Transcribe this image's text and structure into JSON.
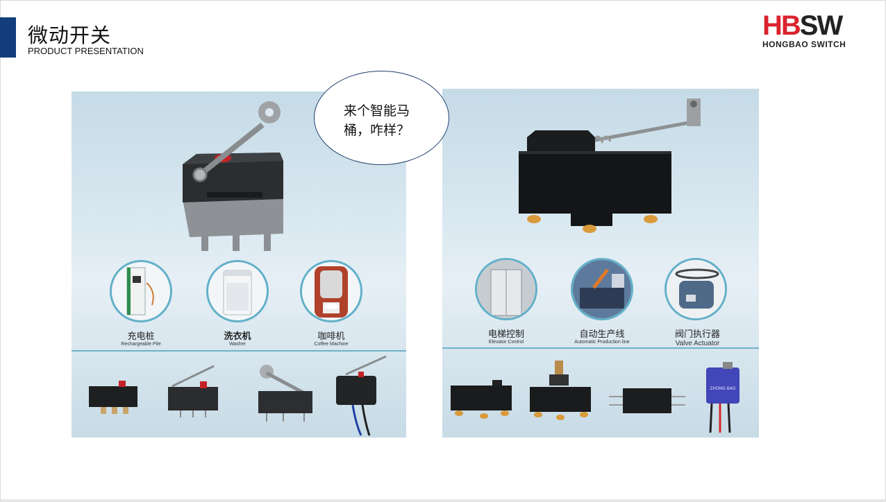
{
  "header": {
    "title": "微动开关",
    "subtitle": "PRODUCT PRESENTATION"
  },
  "logo": {
    "mark_red": "HB",
    "mark_dark": "SW",
    "name": "HONGBAO SWITCH"
  },
  "speech_bubble": {
    "line1": "来个智能马",
    "line2": "桶，咋样？"
  },
  "left_panel": {
    "applications": [
      {
        "cn": "充电桩",
        "en": "Rechargeable Pile"
      },
      {
        "cn": "洗衣机",
        "en": "Washer"
      },
      {
        "cn": "咖啡机",
        "en": "Coffee Machine"
      }
    ]
  },
  "right_panel": {
    "applications": [
      {
        "cn": "电梯控制",
        "en": "Elevator Control"
      },
      {
        "cn": "自动生产线",
        "en": "Automatic Production line"
      },
      {
        "cn": "阀门执行器",
        "en": "Valve Actuator"
      }
    ],
    "actuator_label": "ZHONG BAO"
  },
  "colors": {
    "accent": "#123d7a",
    "logo_red": "#d9232e",
    "ring": "#63b0c9"
  }
}
